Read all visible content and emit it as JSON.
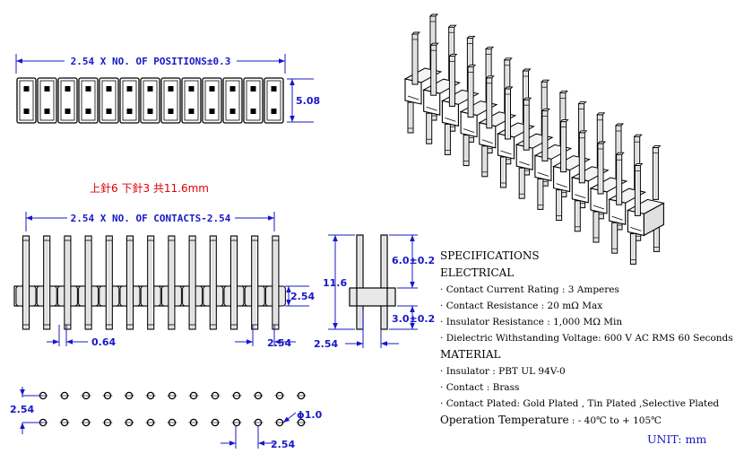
{
  "top_view": {
    "dimension_label": "2.54 X NO. OF POSITIONS±0.3",
    "height_label": "5.08",
    "positions": 13
  },
  "note": "上針6  下針3  共11.6mm",
  "side_view": {
    "dimension_label": "2.54 X NO. OF CONTACTS-2.54",
    "height_label": "2.54",
    "pin_width_label": "0.64",
    "pitch_label": "2.54",
    "pins": 13
  },
  "end_view": {
    "overall_label": "11.6",
    "upper_label": "6.0±0.2",
    "lower_label": "3.0±0.2",
    "width_label": "2.54"
  },
  "footprint": {
    "row_pitch_label": "2.54",
    "col_pitch_label": "2.54",
    "hole_label": "ϕ1.0",
    "holes_per_row": 13
  },
  "specs": {
    "title": "SPECIFICATIONS",
    "electrical_heading": "ELECTRICAL",
    "electrical": [
      "Contact Current Rating  : 3 Amperes",
      "Contact Resistance  :  20 mΩ Max",
      "Insulator Resistance  :  1,000 MΩ Min",
      "Dielectric Withstanding Voltage:  600 V AC RMS 60 Seconds"
    ],
    "material_heading": "MATERIAL",
    "material": [
      "Insulator  :  PBT UL 94V-0",
      "Contact  :  Brass",
      "Contact  Plated:  Gold Plated , Tin Plated ,Selective Plated"
    ],
    "operation_label": "Operation Temperature",
    "operation_value": " :  - 40℃ to + 105℃",
    "unit": "UNIT: mm"
  },
  "colors": {
    "line": "#000000",
    "dimension": "#1818c8",
    "note": "#e00000",
    "fill_gray": "#e8e8e8"
  }
}
